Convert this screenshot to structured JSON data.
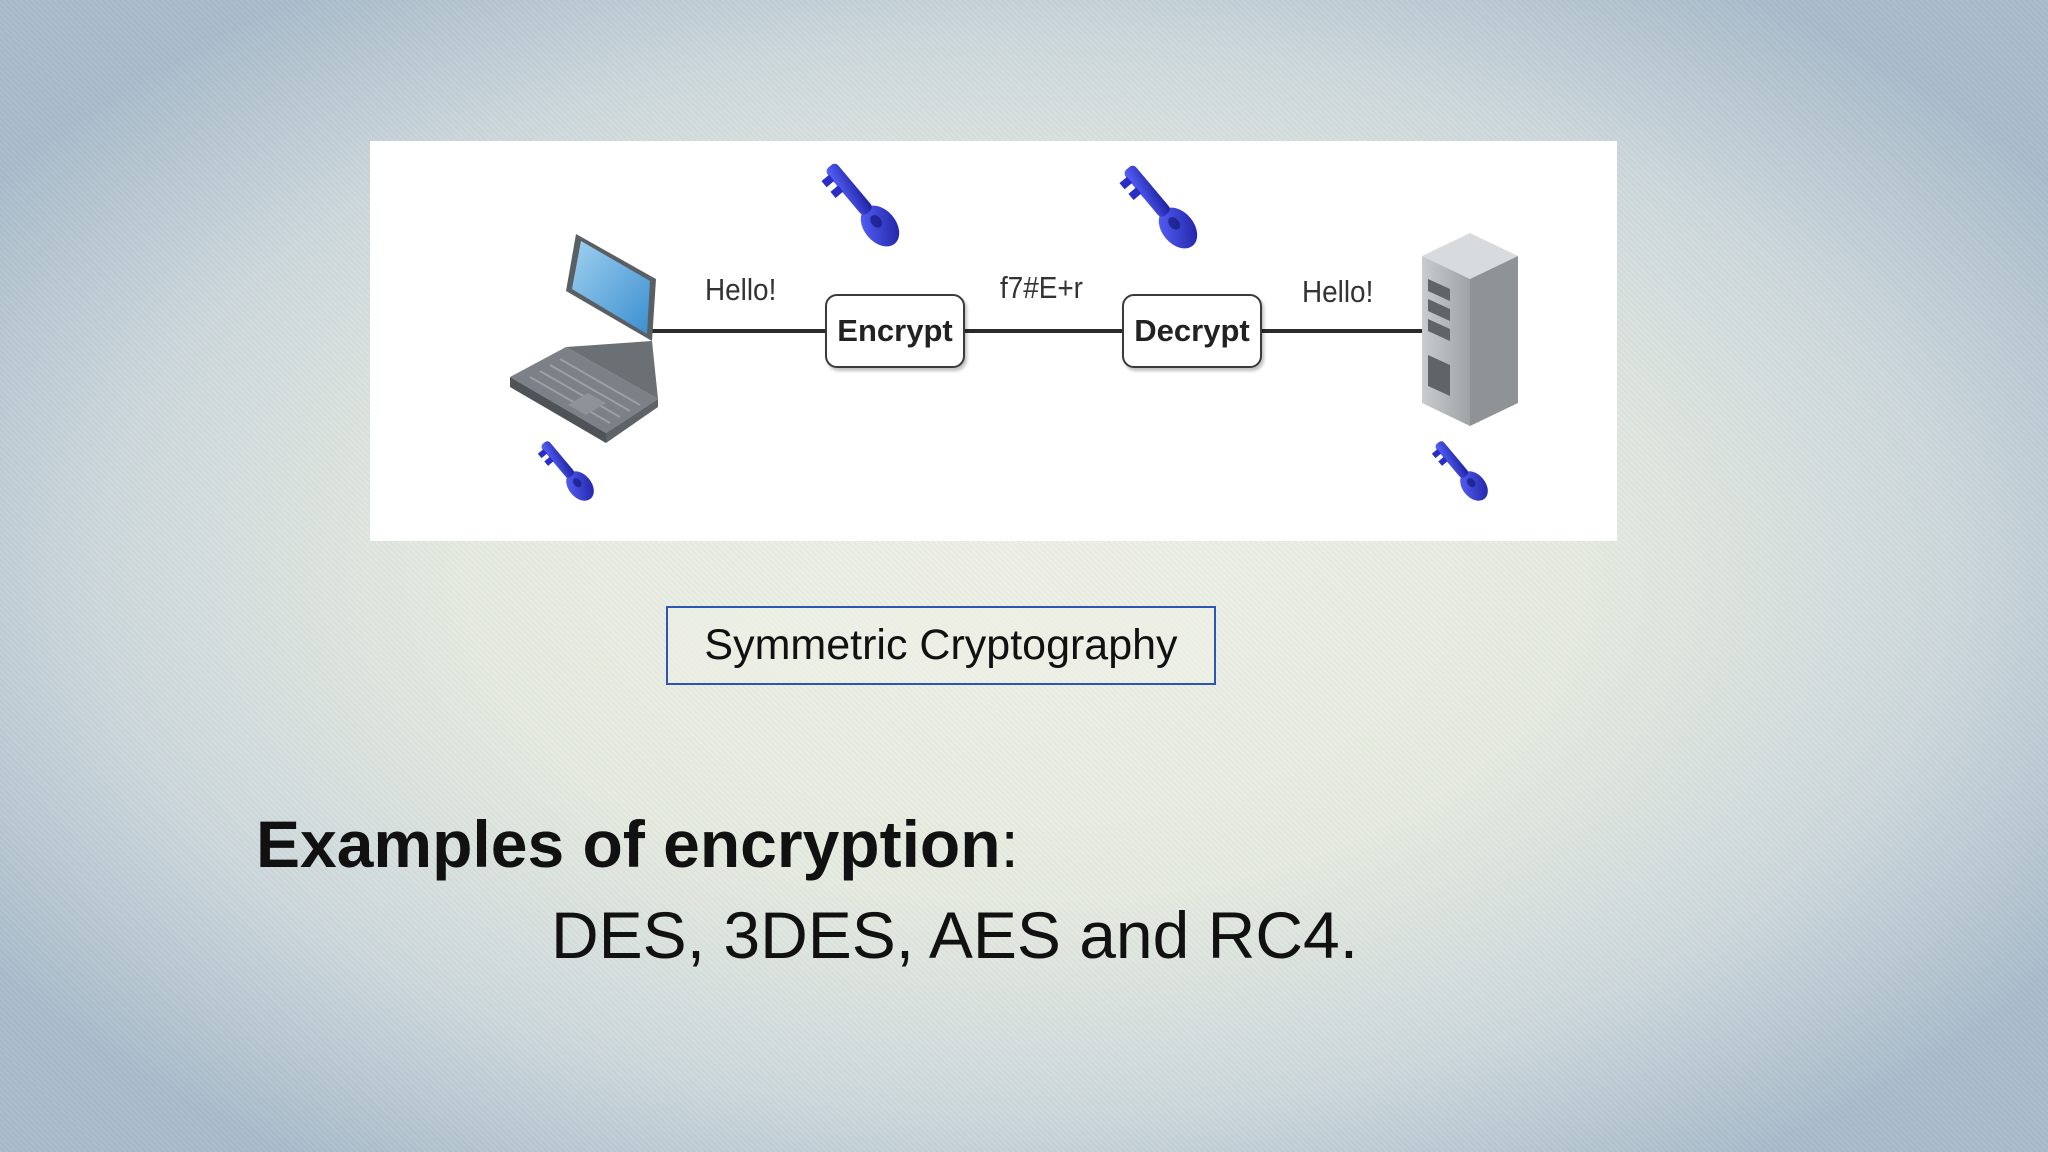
{
  "diagram": {
    "labels": {
      "message_left": "Hello!",
      "ciphertext": "f7#E+r",
      "message_right": "Hello!"
    },
    "steps": [
      "Encrypt",
      "Decrypt"
    ],
    "nodes": [
      "laptop-icon",
      "server-icon"
    ],
    "key_icons": [
      "key-icon",
      "key-icon",
      "key-icon",
      "key-icon"
    ],
    "colors": {
      "key": "#2a2ec4",
      "line": "#2b2b2b",
      "box_border": "#3a3a3a"
    }
  },
  "caption": "Symmetric Cryptography",
  "examples": {
    "heading": "Examples of encryption",
    "colon": ":",
    "list": "DES, 3DES, AES and RC4."
  },
  "colors": {
    "caption_border": "#2f55b2",
    "text": "#111111"
  }
}
